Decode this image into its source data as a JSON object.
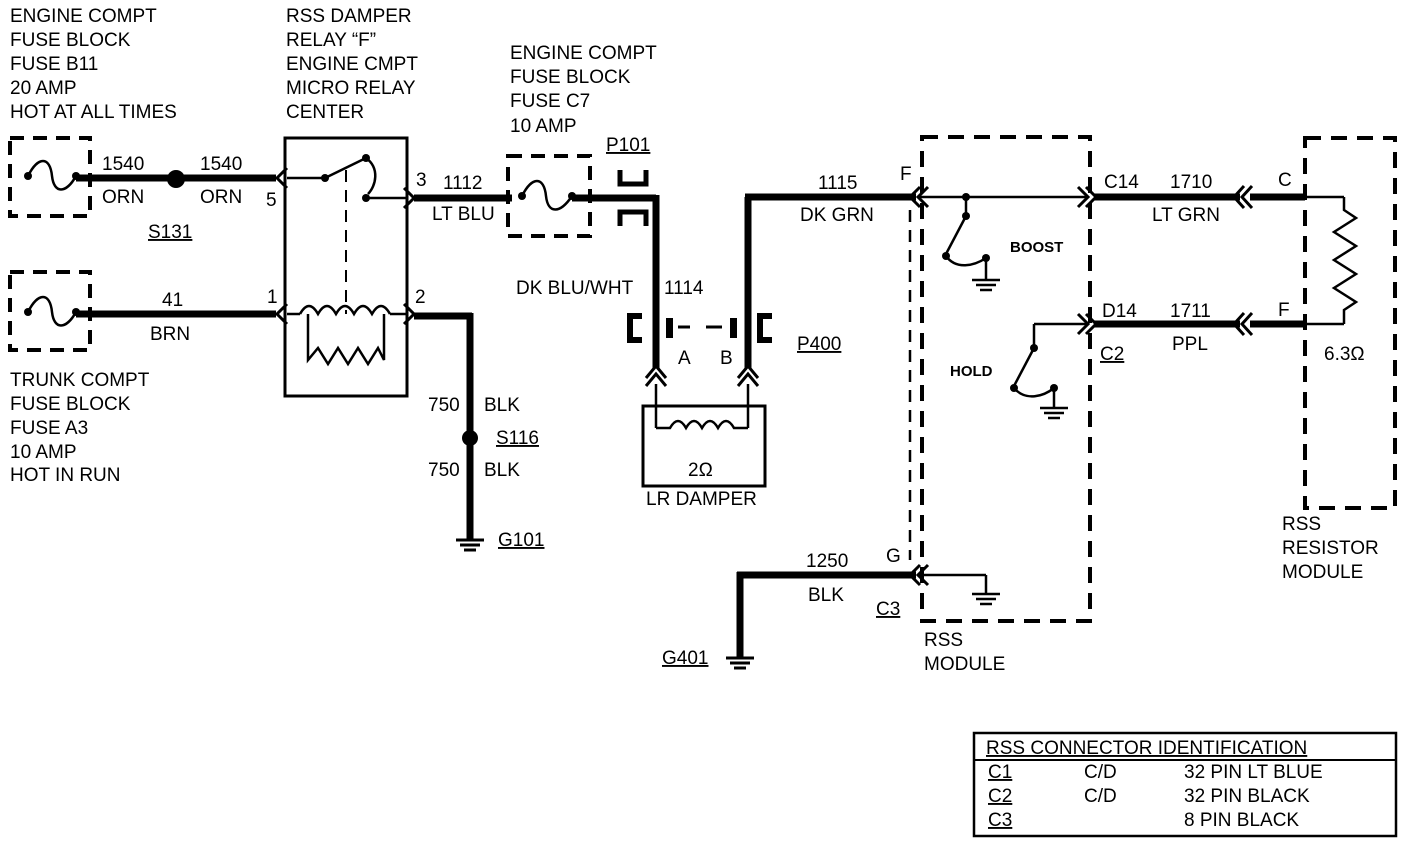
{
  "blocks": {
    "engine_fuse_b11": [
      "ENGINE COMPT",
      "FUSE BLOCK",
      "FUSE B11",
      "20 AMP",
      "HOT AT ALL TIMES"
    ],
    "rss_damper_relay": [
      "RSS  DAMPER",
      "RELAY “F”",
      "ENGINE  CMPT",
      "MICRO RELAY",
      "CENTER"
    ],
    "engine_fuse_c7": [
      "ENGINE COMPT",
      "FUSE BLOCK",
      "FUSE C7",
      "10 AMP"
    ],
    "trunk_fuse_a3": [
      "TRUNK COMPT",
      "FUSE BLOCK",
      "FUSE A3",
      "10 AMP",
      "HOT IN RUN"
    ],
    "rss_module": [
      "RSS",
      "MODULE"
    ],
    "rss_resistor_module": [
      "RSS",
      "RESISTOR",
      "MODULE"
    ]
  },
  "wires": {
    "w1540a_num": "1540",
    "w1540a_color": "ORN",
    "w1540b_num": "1540",
    "w1540b_color": "ORN",
    "w41_num": "41",
    "w41_color": "BRN",
    "w1112_num": "1112",
    "w1112_color": "LT BLU",
    "w1114_num": "1114",
    "w1114_color": "DK BLU/WHT",
    "w1115_num": "1115",
    "w1115_color": "DK GRN",
    "w750a": "750",
    "w750a_color": "BLK",
    "w750b": "750",
    "w750b_color": "BLK",
    "w1250_num": "1250",
    "w1250_color": "BLK",
    "w1710_num": "1710",
    "w1710_color": "LT GRN",
    "w1711_num": "1711",
    "w1711_color": "PPL"
  },
  "refs": {
    "s131": "S131",
    "s116": "S116",
    "g101": "G101",
    "g401": "G401",
    "p101": "P101",
    "p400": "P400",
    "c2": "C2",
    "c3": "C3"
  },
  "pins": {
    "relay_5": "5",
    "relay_3": "3",
    "relay_1": "1",
    "relay_2": "2",
    "damper_a": "A",
    "damper_b": "B",
    "mod_f": "F",
    "mod_g": "G",
    "mod_c14": "C14",
    "mod_d14": "D14",
    "res_c": "C",
    "res_f": "F"
  },
  "components": {
    "lr_damper_label": "LR DAMPER",
    "lr_damper_ohms": "2Ω",
    "resistor_ohms": "6.3Ω",
    "boost_label": "BOOST",
    "hold_label": "HOLD"
  },
  "connector_table": {
    "title": "RSS CONNECTOR IDENTIFICATION",
    "rows": [
      {
        "id": "C1",
        "type": "C/D",
        "desc": "32 PIN LT BLUE"
      },
      {
        "id": "C2",
        "type": "C/D",
        "desc": "32 PIN BLACK"
      },
      {
        "id": "C3",
        "type": "",
        "desc": "8 PIN BLACK"
      }
    ]
  }
}
